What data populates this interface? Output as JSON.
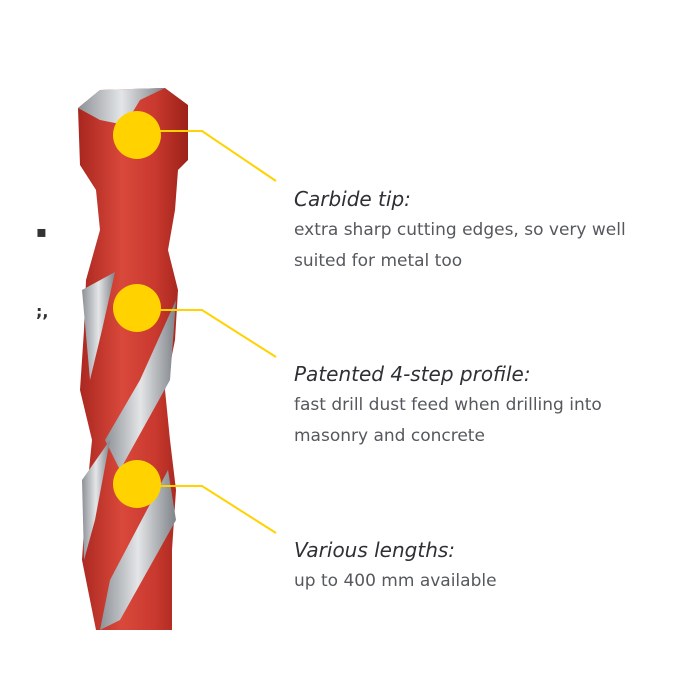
{
  "colors": {
    "accent": "#FFD200",
    "drill_red": "#C8372D",
    "steel": "#B8BCC0"
  },
  "fragments": [
    "▪",
    ";,"
  ],
  "features": [
    {
      "title": "Carbide tip:",
      "lines": [
        "extra sharp cutting edges, so very well",
        "suited for metal too"
      ]
    },
    {
      "title": "Patented 4-step profile:",
      "lines": [
        "fast drill dust feed when drilling into",
        "masonry and concrete"
      ]
    },
    {
      "title": "Various lengths:",
      "lines": [
        "up to 400 mm available"
      ]
    }
  ]
}
